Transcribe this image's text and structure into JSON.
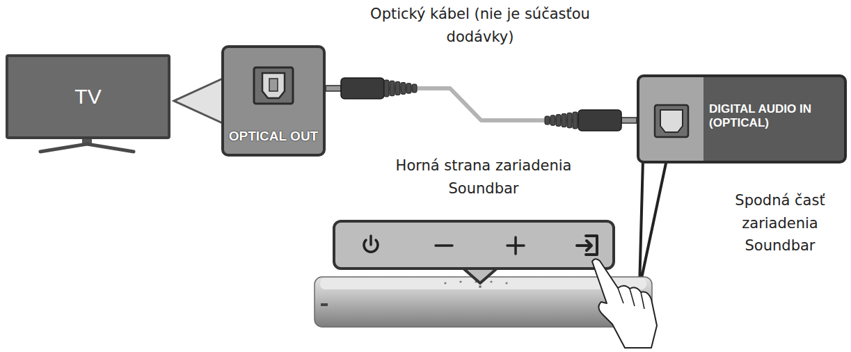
{
  "diagram": {
    "nodes": [
      {
        "text": [
          "TV"
        ]
      },
      {
        "text": [
          "OPTICAL OUT"
        ]
      },
      {
        "text": [
          "DIGITAL AUDIO IN (OPTICAL)"
        ]
      }
    ],
    "edges": [
      {
        "from": 1,
        "to": 2,
        "arrow": "none",
        "label": "Optický kábel (nie je súčasťou dodávky)"
      }
    ],
    "labels": [
      "Horná strana zariadenia Soundbar",
      "Spodná časť zariadenia Soundbar"
    ]
  }
}
